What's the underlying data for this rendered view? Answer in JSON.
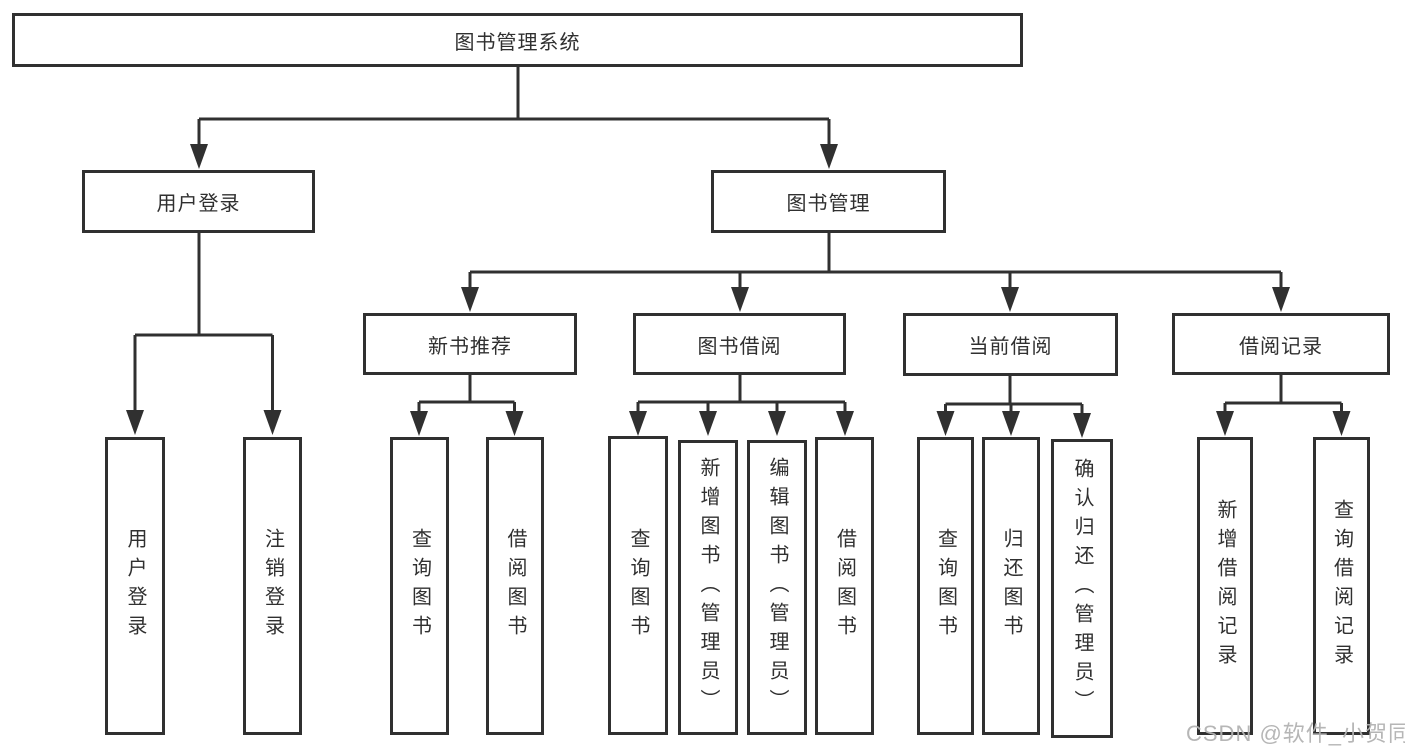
{
  "diagram": {
    "root": {
      "label": "图书管理系统"
    },
    "level2": [
      {
        "id": "user-login",
        "label": "用户登录"
      },
      {
        "id": "book-management",
        "label": "图书管理"
      }
    ],
    "level3": [
      {
        "id": "new-book-recommend",
        "label": "新书推荐",
        "parent": "图书管理"
      },
      {
        "id": "book-borrow",
        "label": "图书借阅",
        "parent": "图书管理"
      },
      {
        "id": "current-borrow",
        "label": "当前借阅",
        "parent": "图书管理"
      },
      {
        "id": "borrow-record",
        "label": "借阅记录",
        "parent": "图书管理"
      }
    ],
    "leaves": {
      "user_login": [
        "用户登录",
        "注销登录"
      ],
      "new_book_recommend": [
        "查询图书",
        "借阅图书"
      ],
      "book_borrow": [
        "查询图书",
        "新增图书（管理员）",
        "编辑图书（管理员）",
        "借阅图书"
      ],
      "current_borrow": [
        "查询图书",
        "归还图书",
        "确认归还（管理员）"
      ],
      "borrow_record": [
        "新增借阅记录",
        "查询借阅记录"
      ]
    },
    "watermark": "CSDN @软件_小贺同学",
    "colors": {
      "line": "#303030",
      "box_border": "#303030",
      "text": "#303030",
      "background": "#ffffff",
      "watermark": "#b2b2b2"
    }
  }
}
